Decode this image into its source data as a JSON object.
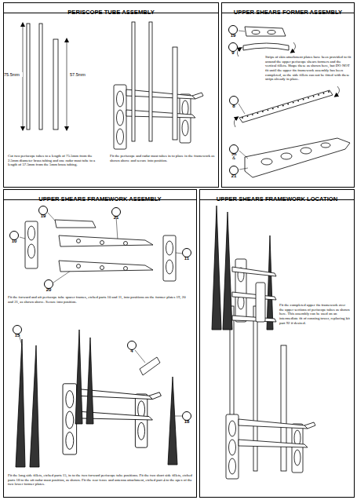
{
  "diagram": {
    "nodes": [
      {
        "text": [
          "PERISCOPE TUBE ASSEMBLY"
        ]
      },
      {
        "text": [
          "UPPER SHEARS FORMER ASSEMBLY"
        ]
      },
      {
        "text": [
          "19"
        ],
        "in": 1
      },
      {
        "text": [
          "9"
        ],
        "in": 1
      },
      {
        "text": [
          "8"
        ],
        "in": 1
      },
      {
        "text": [
          "20"
        ],
        "in": 1
      },
      {
        "text": [
          "21"
        ],
        "in": 1
      },
      {
        "text": [
          "UPPER SHEARS FRAMEWORK ASSEMBLY"
        ]
      },
      {
        "text": [
          "19"
        ],
        "in": 7
      },
      {
        "text": [
          "21"
        ],
        "in": 7
      },
      {
        "text": [
          "10"
        ],
        "in": 7
      },
      {
        "text": [
          "11"
        ],
        "in": 7
      },
      {
        "text": [
          "20"
        ],
        "in": 7
      },
      {
        "text": [
          "15"
        ],
        "in": 7
      },
      {
        "text": [
          "4"
        ],
        "in": 7
      },
      {
        "text": [
          "18"
        ],
        "in": 7
      },
      {
        "text": [
          "UPPER SHEARS FRAMEWORK LOCATION"
        ]
      }
    ],
    "labels": [
      "75.5mm",
      "57.5mm",
      "Cut two periscope tubes to a length of 75.5mm from the 2.5mm diameter brass tubing and one radar mast tube to a length of 57.5mm from the 5mm brass tubing.",
      "Fit the periscope and radar mast tubes in to place in the framework as shown above and secure into position.",
      "Strips of skin attachment plates have been provided to fit around the upper periscope shears formers and the vertical fillets. Shape these as shown here, but DO NOT fit until the upper fin framework assembly has been completed, as the side fillets can not be fitted with these strips already in place.",
      "Fit the forward and aft periscope tube spacer frames, etched parts 10 and 11, into positions on the former plates 19, 20 and 21, as shown above. Secure into position.",
      "Fit the long side fillets, etched parts 15, in to the two forward periscope tube positions. Fit the two short side fillets, etched parts 18 to the aft radar mast position, as shown. Fit the rear fence and antenna attachment, etched part 4 to the apex of the two lower former plates.",
      "Fit the completed upper fin framework over the upper sections of periscope tubes as shown here. This assembly can be used on an intermediate fit of conning tower, replacing kit part 92 if desired.",
      "&"
    ]
  }
}
